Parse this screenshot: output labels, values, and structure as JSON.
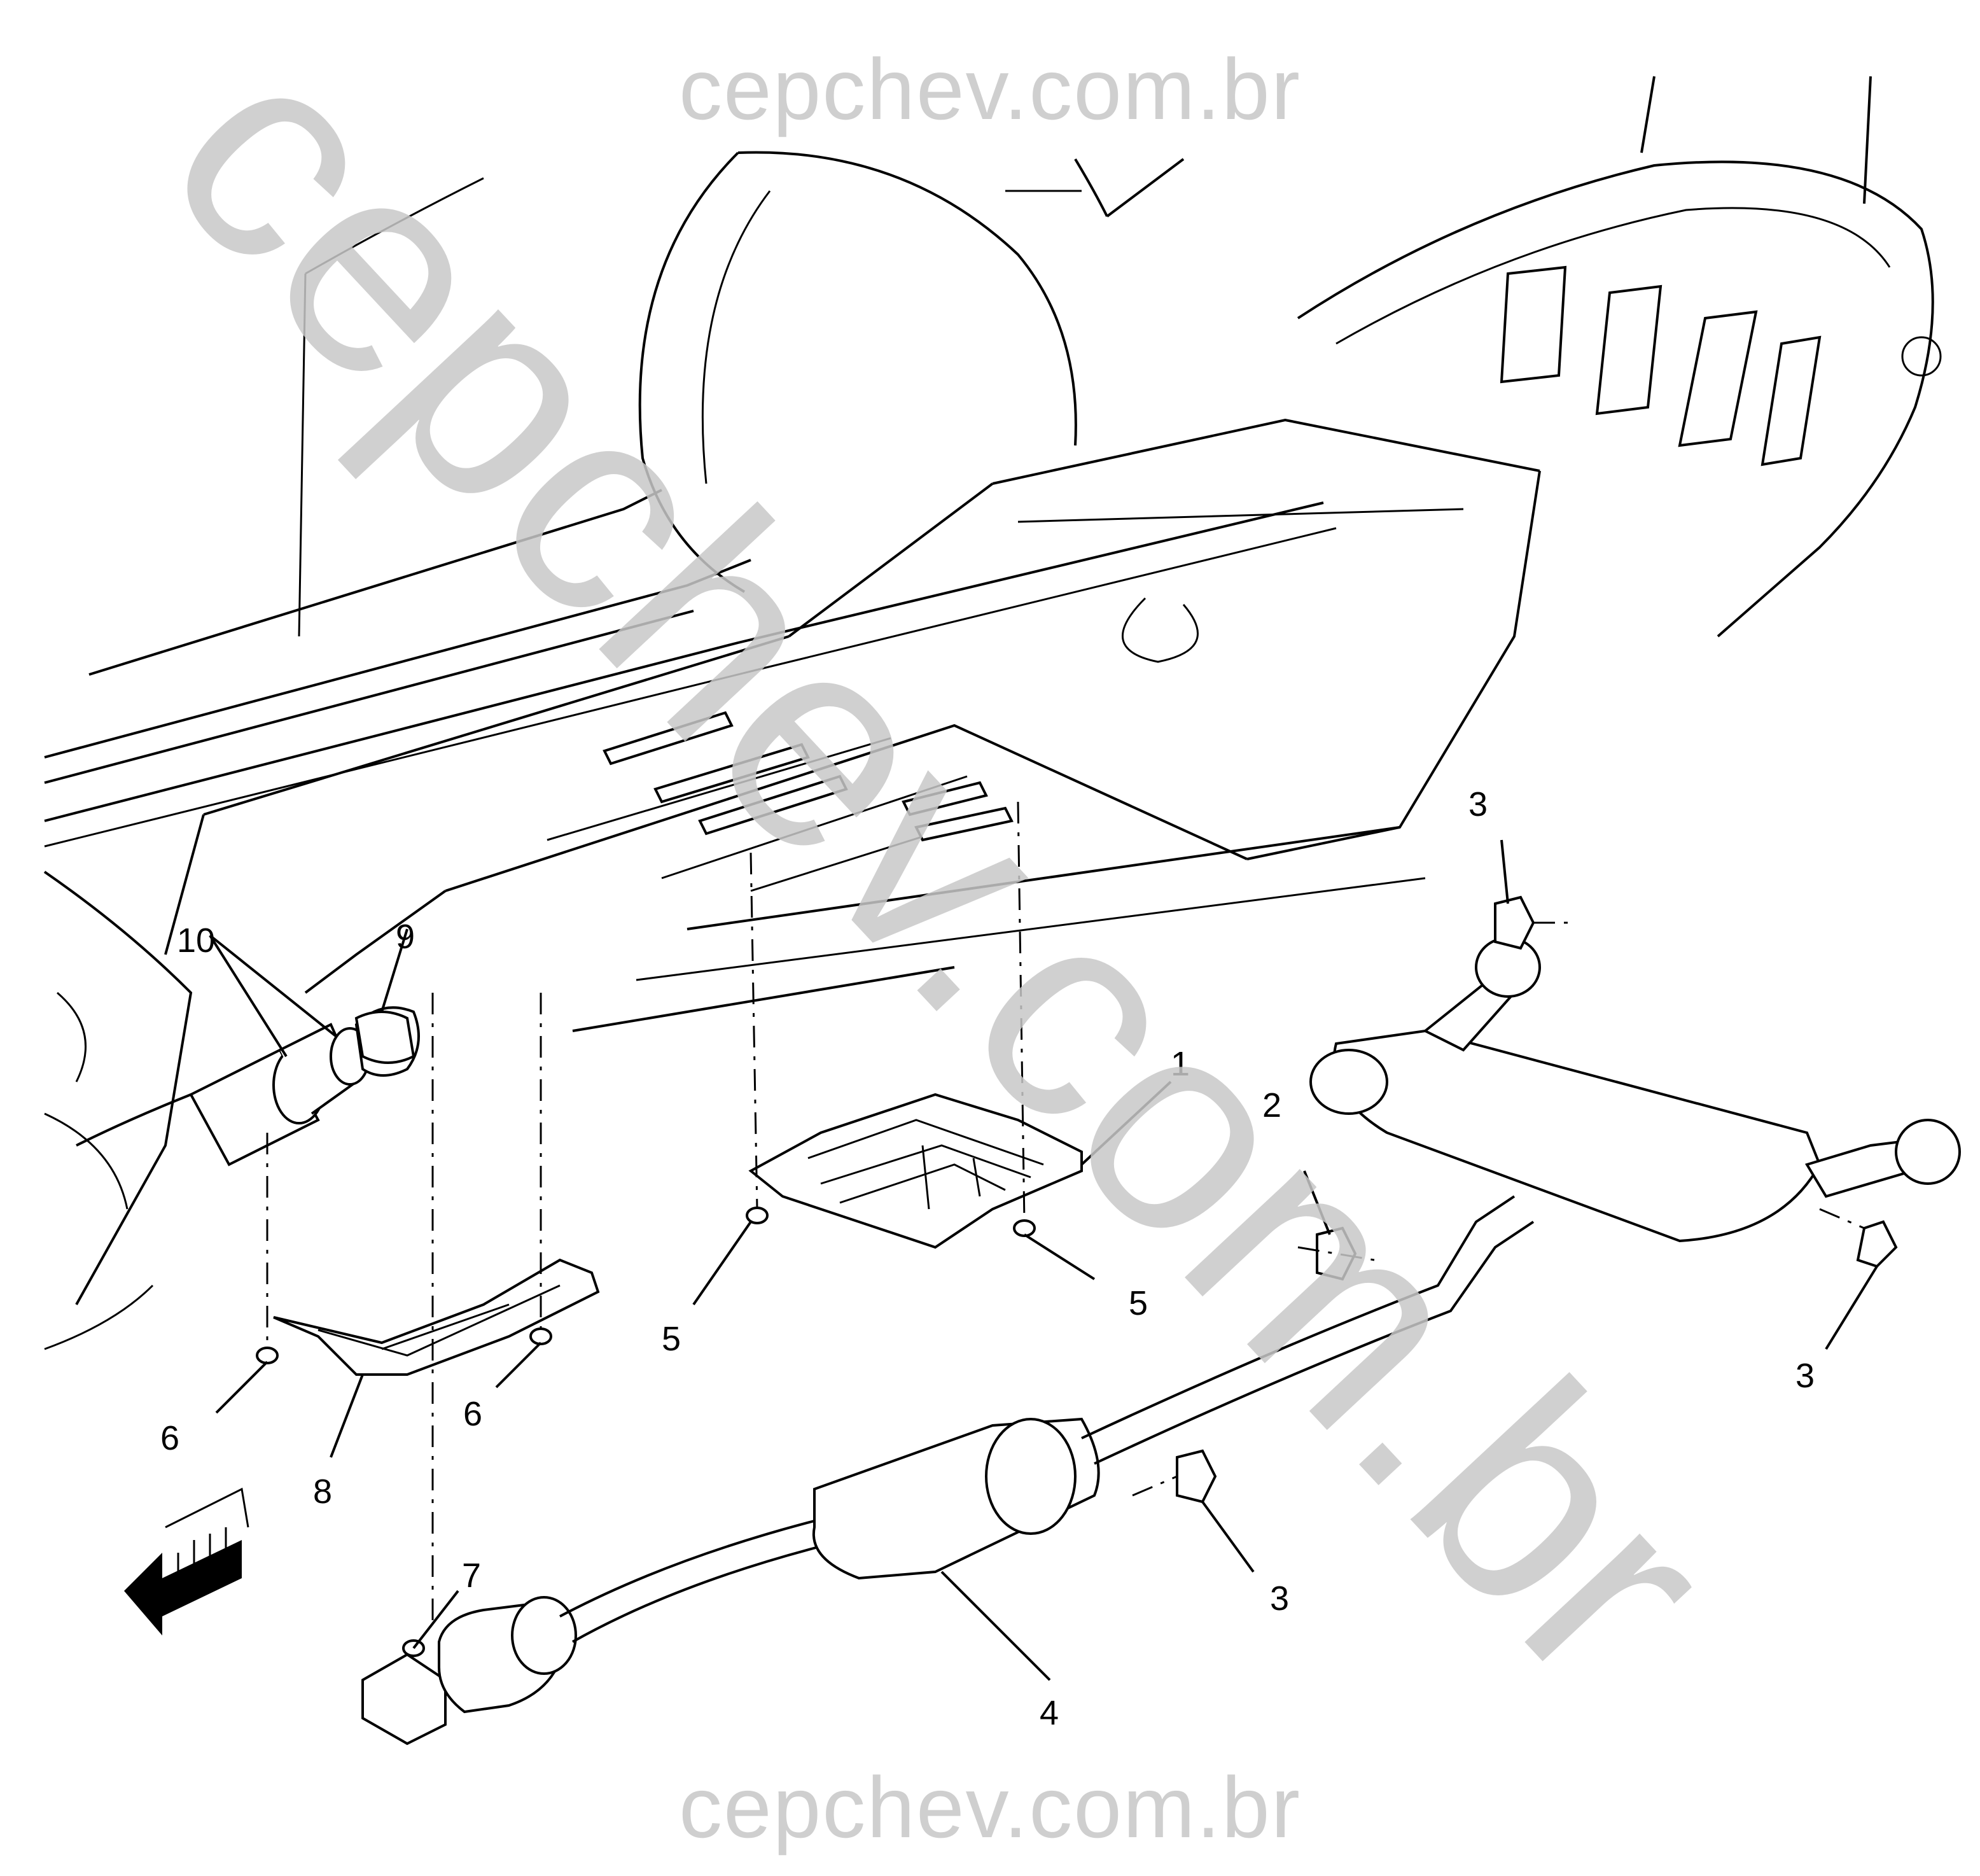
{
  "watermark": {
    "top": "cepchev.com.br",
    "bottom": "cepchev.com.br",
    "diagonal": "cepchev.com.br"
  },
  "callouts": {
    "c1": "1",
    "c2": "2",
    "c3a": "3",
    "c3b": "3",
    "c3c": "3",
    "c4": "4",
    "c5a": "5",
    "c5b": "5",
    "c6a": "6",
    "c6b": "6",
    "c7": "7",
    "c8": "8",
    "c9": "9",
    "c10": "10"
  },
  "icons": {
    "front_arrow": "front-direction-arrow-icon"
  }
}
